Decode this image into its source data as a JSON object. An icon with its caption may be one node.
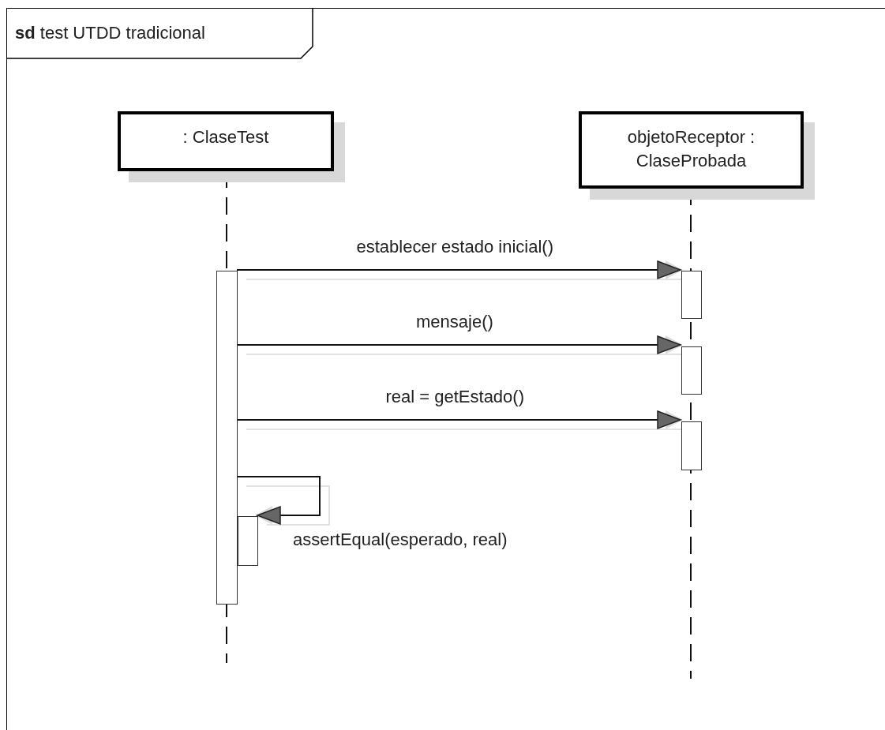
{
  "diagram": {
    "nodes": [
      {
        "text": [
          "**sd** test UTDD tradicional"
        ]
      },
      {
        "text": [
          ": ClaseTest"
        ],
        "in": 0
      },
      {
        "text": [
          "objetoReceptor : ClaseProbada"
        ],
        "in": 0
      },
      {
        "text": [],
        "shape": "bar",
        "in": 0
      },
      {
        "text": [],
        "shape": "bar",
        "in": 0
      },
      {
        "text": [],
        "shape": "bar",
        "in": 0
      },
      {
        "text": [],
        "shape": "bar",
        "in": 0
      },
      {
        "text": [],
        "shape": "bar",
        "in": 0
      }
    ],
    "edges": [
      {
        "from": 3,
        "to": 4,
        "arrow": "to",
        "label": "establecer estado inicial()"
      },
      {
        "from": 3,
        "to": 5,
        "arrow": "to",
        "label": "mensaje()"
      },
      {
        "from": 3,
        "to": 6,
        "arrow": "to",
        "label": "real = getEstado()"
      },
      {
        "from": 3,
        "to": 7,
        "arrow": "to",
        "label": "assertEqual(esperado, real)"
      }
    ]
  }
}
